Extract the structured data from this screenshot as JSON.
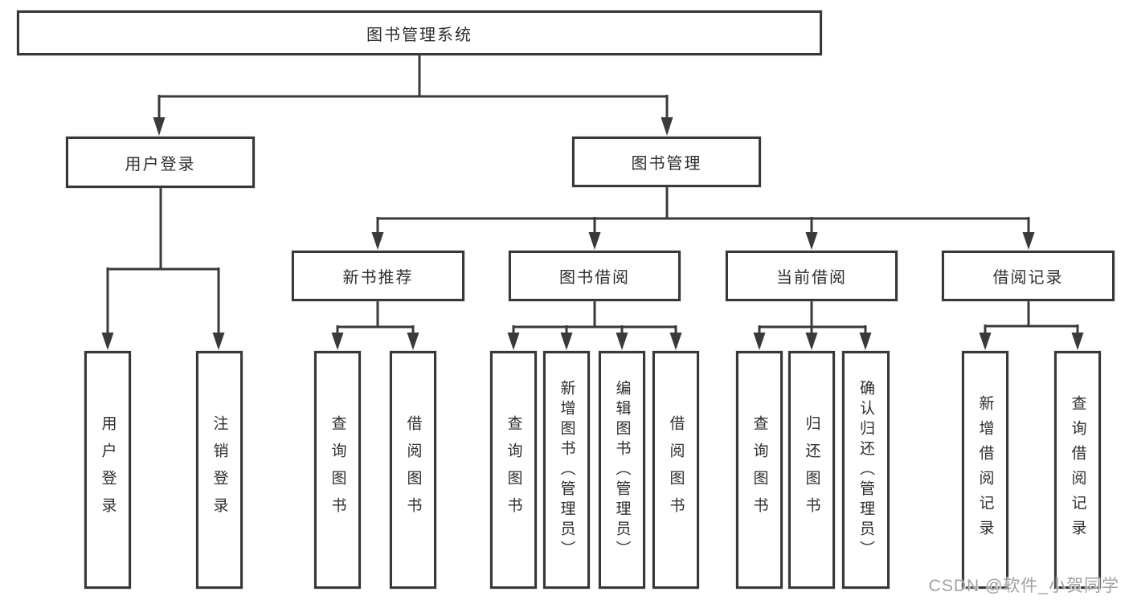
{
  "diagram_title": "图书管理系统",
  "tree": {
    "label": "图书管理系统",
    "children": [
      {
        "label": "用户登录",
        "children": [
          {
            "label": "用户登录"
          },
          {
            "label": "注销登录"
          }
        ]
      },
      {
        "label": "图书管理",
        "children": [
          {
            "label": "新书推荐",
            "children": [
              {
                "label": "查询图书"
              },
              {
                "label": "借阅图书"
              }
            ]
          },
          {
            "label": "图书借阅",
            "children": [
              {
                "label": "查询图书"
              },
              {
                "label": "新增图书（管理员）"
              },
              {
                "label": "编辑图书（管理员）"
              },
              {
                "label": "借阅图书"
              }
            ]
          },
          {
            "label": "当前借阅",
            "children": [
              {
                "label": "查询图书"
              },
              {
                "label": "归还图书"
              },
              {
                "label": "确认归还（管理员）"
              }
            ]
          },
          {
            "label": "借阅记录",
            "children": [
              {
                "label": "新增借阅记录"
              },
              {
                "label": "查询借阅记录"
              }
            ]
          }
        ]
      }
    ]
  },
  "watermark": {
    "text": "CSDN @软件_小贺同学"
  },
  "colors": {
    "line": "#3a3a3a",
    "box_border": "#383838",
    "text": "#2e2e2e",
    "watermark": "#a0a0a0",
    "background": "#ffffff"
  }
}
